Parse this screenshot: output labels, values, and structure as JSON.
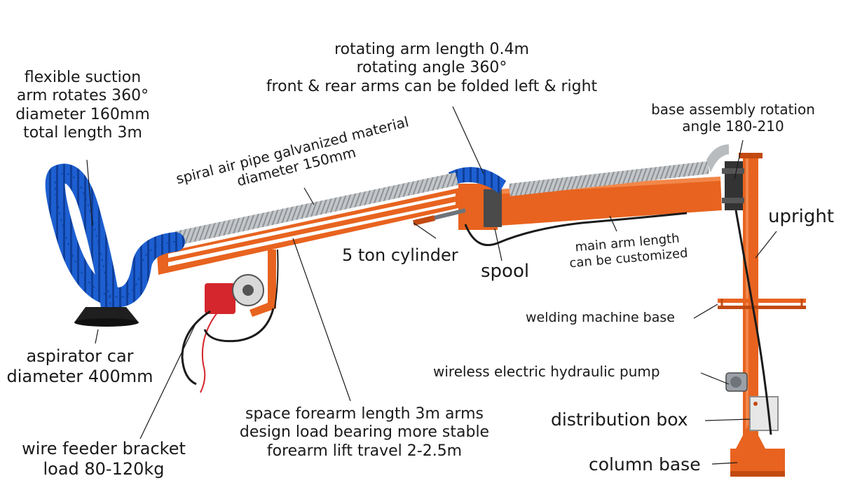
{
  "labels": {
    "flexible_arm": [
      "flexible suction",
      "arm rotates 360°",
      "diameter 160mm",
      "total length 3m"
    ],
    "rotating_arm": [
      "rotating arm length 0.4m",
      "rotating angle 360°",
      "front & rear arms can be folded left & right"
    ],
    "spiral_pipe": [
      "spiral air pipe galvanized material",
      "diameter 150mm"
    ],
    "base_rotation": [
      "base assembly rotation",
      "angle 180-210"
    ],
    "upright": "upright",
    "cylinder": "5 ton cylinder",
    "spool": "spool",
    "main_arm": [
      "main arm length",
      "can be customized"
    ],
    "welding_base": "welding machine base",
    "aspirator": [
      "aspirator car",
      "diameter 400mm"
    ],
    "hydraulic_pump": "wireless electric hydraulic pump",
    "distribution_box": "distribution box",
    "wire_feeder": [
      "wire feeder bracket",
      "load 80-120kg"
    ],
    "forearm": [
      "space forearm length 3m arms",
      "design load bearing more stable",
      "forearm lift travel 2-2.5m"
    ],
    "column_base": "column base"
  },
  "colors": {
    "orange": "#e8631f",
    "orange_dark": "#c24a12",
    "blue_hose": "#1d5fd1",
    "blue_dark": "#0f3f9a",
    "steel": "#b9bcbf",
    "steel_dark": "#7f8386",
    "cable": "#1b1b1b",
    "red_feeder": "#d4262c"
  }
}
